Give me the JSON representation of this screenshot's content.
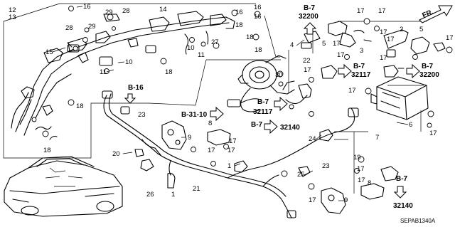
{
  "callouts": {
    "c1": "1",
    "c2": "2",
    "c3": "3",
    "c4": "4",
    "c5": "5",
    "c6": "6",
    "c7": "7",
    "c8": "8",
    "c9": "9",
    "c10": "10",
    "c11": "11",
    "c12": "12",
    "c13": "13",
    "c14": "14",
    "c15": "15",
    "c16": "16",
    "c17": "17",
    "c18": "18",
    "c19": "19",
    "c20": "20",
    "c21": "21",
    "c22": "22",
    "c23": "23",
    "c24": "24",
    "c25": "25",
    "c26": "26",
    "c27": "27",
    "c28": "28",
    "c29": "29",
    "c30": "30"
  },
  "references": {
    "b7": "B-7",
    "b16": "B-16",
    "b31_10": "B-31-10",
    "code_32200": "32200",
    "code_32117": "32117",
    "code_32140": "32140"
  },
  "direction_label": "FR.",
  "diagram_code": "SEPAB1340A"
}
